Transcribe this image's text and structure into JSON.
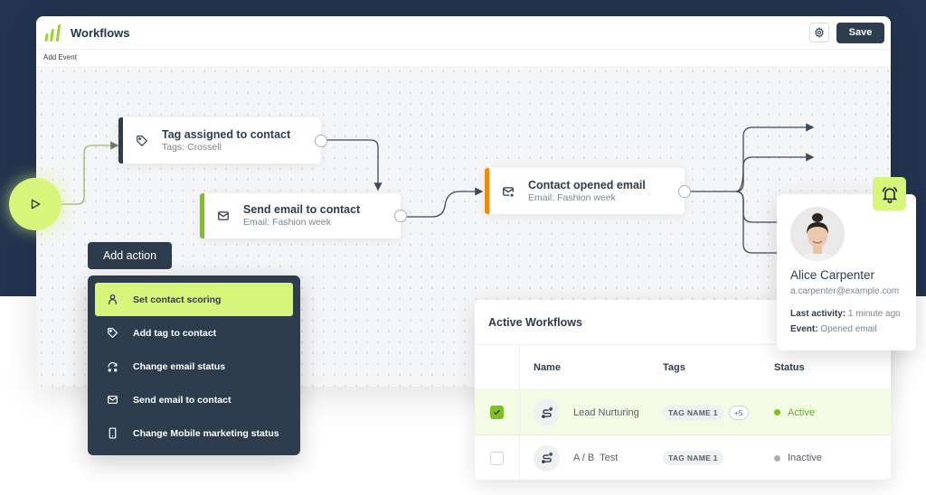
{
  "window": {
    "title": "Workflows",
    "subbar_label": "Add Event",
    "save_label": "Save",
    "icons": {
      "logo": "bars-logo-icon",
      "settings": "gear-icon"
    }
  },
  "colors": {
    "dark_bg": "#22344f",
    "accent_lime": "#d6f57a",
    "accent_green": "#7cc21e",
    "node_dark": "#2d3d4e",
    "node_orange": "#ef8a0f"
  },
  "flow": {
    "start_icon": "play-icon",
    "nodes": [
      {
        "title": "Tag assigned to contact",
        "subtitle": "Tags: Crossell",
        "icon": "tag-icon",
        "bar_color": "#2d3d4e"
      },
      {
        "title": "Send email to contact",
        "subtitle": "Email: Fashion week",
        "icon": "mail-icon",
        "bar_color": "#7cc21e"
      },
      {
        "title": "Contact opened email",
        "subtitle": "Email: Fashion week",
        "icon": "mail-open-icon",
        "bar_color": "#ef8a0f"
      }
    ]
  },
  "add_action": {
    "button_label": "Add action",
    "items": [
      {
        "label": "Set contact scoring",
        "icon": "user-icon",
        "active": true
      },
      {
        "label": "Add tag to contact",
        "icon": "tag-icon",
        "active": false
      },
      {
        "label": "Change email status",
        "icon": "status-change-icon",
        "active": false
      },
      {
        "label": "Send email to contact",
        "icon": "mail-icon",
        "active": false
      },
      {
        "label": "Change Mobile marketing status",
        "icon": "mobile-icon",
        "active": false
      }
    ]
  },
  "contact": {
    "name": "Alice Carpenter",
    "email": "a.carpenter@example.com",
    "last_activity_label": "Last activity:",
    "last_activity_value": "1 minute ago",
    "event_label": "Event:",
    "event_value": "Opened email",
    "notification_icon": "bell-ringing-icon"
  },
  "workflows_table": {
    "title": "Active Workflows",
    "columns": [
      "Name",
      "Tags",
      "Status"
    ],
    "rows": [
      {
        "checked": true,
        "name": "Lead Nurturing",
        "tag": "TAG NAME 1",
        "extra_tags": "+5",
        "status": "Active",
        "status_color": "#7cc21e"
      },
      {
        "checked": false,
        "name": "A / B  Test",
        "tag": "TAG NAME 1",
        "extra_tags": "",
        "status": "Inactive",
        "status_color": "#a8afb7"
      }
    ]
  }
}
